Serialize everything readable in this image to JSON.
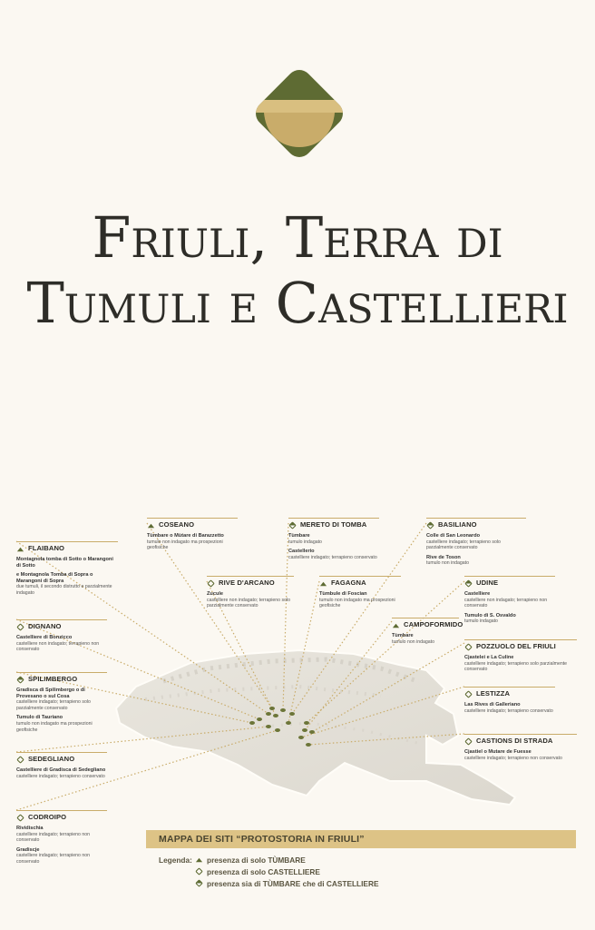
{
  "page": {
    "title": "Friuli, Terra di Tumuli e Castellieri"
  },
  "colors": {
    "olive": "#5e6b33",
    "gold": "#c9ac6a",
    "background": "#fbf8f2"
  },
  "sites": [
    {
      "name": "FLAIBANO",
      "icon": "tumulo-icon",
      "entries": [
        {
          "title": "Montagnola tomba di Sotto o Marangoni di Sotto",
          "note": ""
        },
        {
          "title": "e Montagnola Tomba di Sopra o Marangoni di Sopra",
          "note": "due tumuli, il secondo distrutto e parzialmente indagato"
        }
      ]
    },
    {
      "name": "COSEANO",
      "icon": "tumulo-icon",
      "entries": [
        {
          "title": "Tùmbare o Mùtare di Barazzetto",
          "note": "tumulo non indagato ma prospezioni geofisiche"
        }
      ]
    },
    {
      "name": "MERETO DI TOMBA",
      "icon": "both-icon",
      "entries": [
        {
          "title": "Tùmbare",
          "note": "tumulo indagato"
        },
        {
          "title": "Castellerio",
          "note": "castelliere indagato; terrapieno conservato"
        }
      ]
    },
    {
      "name": "BASILIANO",
      "icon": "both-icon",
      "entries": [
        {
          "title": "Colle di San Leonardo",
          "note": "castelliere indagato; terrapieno solo parzialmente conservato"
        },
        {
          "title": "Rive de Toson",
          "note": "tumulo non indagato"
        }
      ]
    },
    {
      "name": "RIVE D'ARCANO",
      "icon": "castelliere-icon",
      "entries": [
        {
          "title": "Zucule",
          "note": "castelliere non indagato; terrapieno solo parzialmente conservato"
        }
      ]
    },
    {
      "name": "FAGAGNA",
      "icon": "tumulo-icon",
      "entries": [
        {
          "title": "Tùmbule di Foscian",
          "note": "tumulo non indagato ma prospezioni geofisiche"
        }
      ]
    },
    {
      "name": "UDINE",
      "icon": "both-icon",
      "entries": [
        {
          "title": "Castelliere",
          "note": "castelliere non indagato; terrapieno non conservato"
        },
        {
          "title": "Tumulo di S. Osvaldo",
          "note": "tumulo indagato"
        }
      ]
    },
    {
      "name": "DIGNANO",
      "icon": "castelliere-icon",
      "entries": [
        {
          "title": "Castelliere di Bonzicco",
          "note": "castelliere non indagato; terrapieno non conservato"
        }
      ]
    },
    {
      "name": "CAMPOFORMIDO",
      "icon": "tumulo-icon",
      "entries": [
        {
          "title": "Tùmbare",
          "note": "tumulo non indagato"
        }
      ]
    },
    {
      "name": "POZZUOLO DEL FRIULI",
      "icon": "castelliere-icon",
      "entries": [
        {
          "title": "Cjastelei e La Culine",
          "note": "castelliere indagato; terrapieno solo parzialmente conservato"
        }
      ]
    },
    {
      "name": "SPILIMBERGO",
      "icon": "both-icon",
      "entries": [
        {
          "title": "Gradisca di Spilimbergo o di Provesano o sul Cosa",
          "note": "castelliere indagato; terrapieno solo parzialmente conservato"
        },
        {
          "title": "Tumulo di Tauriano",
          "note": "tumulo non indagato ma prospezioni geofisiche"
        }
      ]
    },
    {
      "name": "LESTIZZA",
      "icon": "castelliere-icon",
      "entries": [
        {
          "title": "Las Rives di Galleriano",
          "note": "castelliere indagato; terrapieno conservato"
        }
      ]
    },
    {
      "name": "CASTIONS DI STRADA",
      "icon": "castelliere-icon",
      "entries": [
        {
          "title": "Cjastiel o Mutare de Fuesse",
          "note": "castelliere indagato; terrapieno non conservato"
        }
      ]
    },
    {
      "name": "SEDEGLIANO",
      "icon": "castelliere-icon",
      "entries": [
        {
          "title": "Castelliere di Gradisca di Sedegliano",
          "note": "castelliere indagato; terrapieno conservato"
        }
      ]
    },
    {
      "name": "CODROIPO",
      "icon": "castelliere-icon",
      "entries": [
        {
          "title": "Rividischia",
          "note": "castelliere indagato; terrapieno non conservato"
        },
        {
          "title": "Gradiscje",
          "note": "castelliere indagato; terrapieno non conservato"
        }
      ]
    }
  ],
  "legend": {
    "title": "MAPPA DEI SITI “PROTOSTORIA IN FRIULI”",
    "label": "Legenda:",
    "items": [
      {
        "icon": "tumulo-icon",
        "text": "presenza di solo TÙMBARE"
      },
      {
        "icon": "castelliere-icon",
        "text": "presenza di solo CASTELLIERE"
      },
      {
        "icon": "both-icon",
        "text": "presenza sia di TÙMBARE che di CASTELLIERE"
      }
    ]
  }
}
